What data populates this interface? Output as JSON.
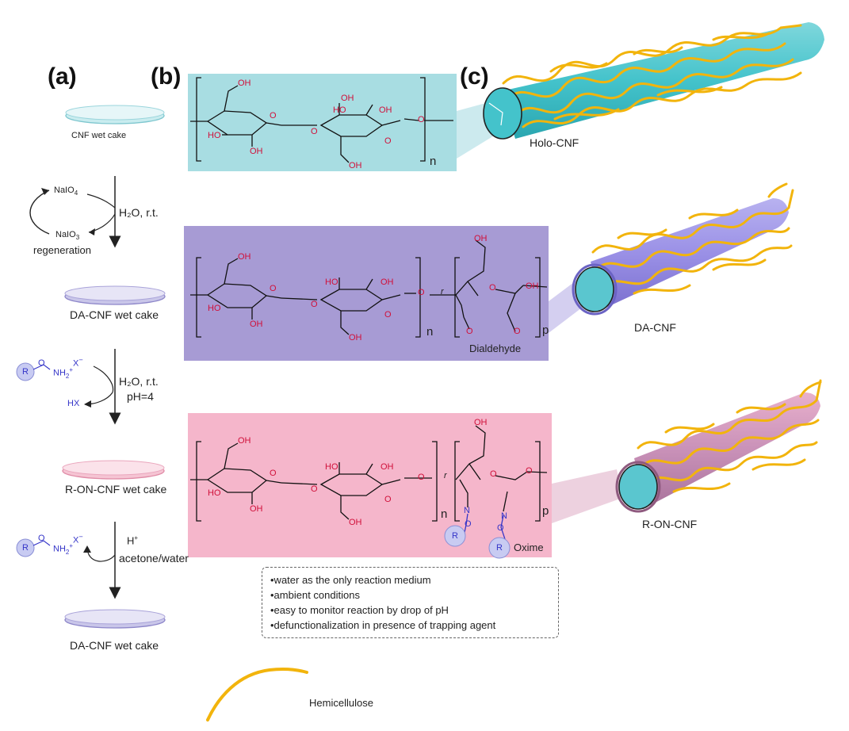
{
  "panel_labels": {
    "a": "(a)",
    "b": "(b)",
    "c": "(c)"
  },
  "left_scheme": {
    "cake1": "CNF wet cake",
    "reagent_top": "NaIO",
    "reagent_top_sub": "4",
    "reagent_bottom": "NaIO",
    "reagent_bottom_sub": "3",
    "regeneration": "regeneration",
    "cond1": "H₂O, r.t.",
    "cake2": "DA-CNF wet cake",
    "anion1": "X",
    "amine1": "NH",
    "amine1_sub": "2",
    "r1": "R",
    "o1": "O",
    "byproduct": "HX",
    "cond2a": "H₂O, r.t.",
    "cond2b": "pH=4",
    "cake3": "R-ON-CNF wet cake",
    "anion2": "X",
    "amine2": "NH",
    "amine2_sub": "2",
    "r2": "R",
    "o2": "O",
    "cond3a": "H",
    "cond3b": "acetone/water",
    "cake4": "DA-CNF wet cake"
  },
  "structures": {
    "row1": {
      "groups": [
        "OH",
        "HO",
        "OH",
        "O",
        "OH",
        "O",
        "HO",
        "O",
        "OH",
        "O",
        "OH"
      ],
      "repeat": "n"
    },
    "row2": {
      "groups": [
        "OH",
        "HO",
        "OH",
        "O",
        "HO",
        "OH",
        "O",
        "O",
        "OH",
        "O",
        "O",
        "O",
        "O",
        "OH"
      ],
      "repeat_n": "n",
      "repeat_p": "p",
      "r": "r",
      "caption": "Dialdehyde"
    },
    "row3": {
      "groups": [
        "OH",
        "HO",
        "OH",
        "O",
        "HO",
        "OH",
        "O",
        "O",
        "OH",
        "O",
        "O",
        "N",
        "O",
        "N",
        "O",
        "R",
        "R",
        "OH"
      ],
      "repeat_n": "n",
      "repeat_p": "p",
      "r": "r",
      "caption": "Oxime"
    }
  },
  "fibers": {
    "f1": "Holo-CNF",
    "f2": "DA-CNF",
    "f3": "R-ON-CNF"
  },
  "features": [
    "•water as the only reaction medium",
    "•ambient conditions",
    "•easy to monitor reaction by drop of pH",
    "•defunctionalization in presence of trapping agent"
  ],
  "legend": {
    "hemicellulose": "Hemicellulose"
  },
  "colors": {
    "cyan_box": "#a8dde2",
    "purple_box": "#a79bd4",
    "pink_box": "#f5b6cb",
    "hemicellulose": "#f2b40c",
    "fiber_core": "#3cc4c4"
  }
}
